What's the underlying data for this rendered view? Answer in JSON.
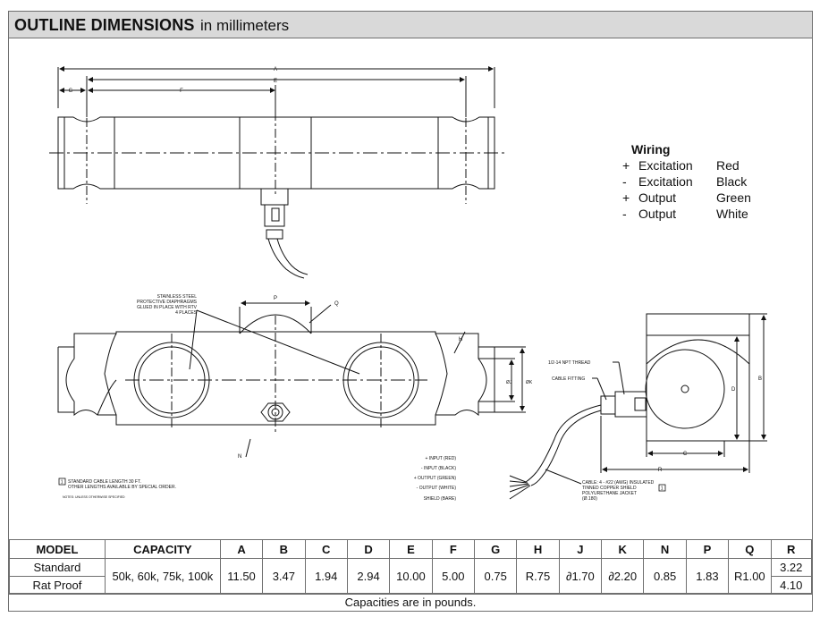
{
  "header": {
    "title_bold": "OUTLINE DIMENSIONS",
    "title_rest": "in millimeters"
  },
  "wiring": {
    "title": "Wiring",
    "rows": [
      {
        "sign": "+",
        "name": "Excitation",
        "color": "Red"
      },
      {
        "sign": "-",
        "name": "Excitation",
        "color": "Black"
      },
      {
        "sign": "+",
        "name": "Output",
        "color": "Green"
      },
      {
        "sign": "-",
        "name": "Output",
        "color": "White"
      }
    ]
  },
  "drawing": {
    "dim_a": "A",
    "dim_e": "E",
    "dim_g": "G",
    "dim_f": "F",
    "dim_p": "P",
    "dim_q": "Q",
    "dim_h": "H",
    "dim_j": "ØJ",
    "dim_k": "ØK",
    "dim_n": "N",
    "dim_d": "D",
    "dim_b": "B",
    "dim_c": "C",
    "dim_r": "R",
    "diaphragm_note": [
      "STAINLESS STEEL",
      "PROTECTIVE DIAPHRAGMS",
      "GLUED IN PLACE WITH RTV",
      "4 PLACES"
    ],
    "npt_thread": "1/2-14 NPT THREAD",
    "cable_fitting": "CABLE FITTING",
    "wire_labels": [
      "+ INPUT (RED)",
      "- INPUT (BLACK)",
      "+ OUTPUT (GREEN)",
      "- OUTPUT (WHITE)",
      "SHIELD (BARE)"
    ],
    "cable_note": [
      "CABLE: 4 - #22 (AWG) INSULATED",
      "TINNED COPPER SHIELD",
      "POLYURETHANE JACKET",
      "(Ø.180)"
    ],
    "cable_note_box": "1",
    "std_cable_box": "1",
    "std_cable_note": [
      "STANDARD CABLE LENGTH 30 FT.",
      "OTHER LENGTHS AVAILABLE BY SPECIAL ORDER."
    ],
    "notes_line": "NOTES: UNLESS OTHERWISE SPECIFIED"
  },
  "table": {
    "headers": [
      "MODEL",
      "CAPACITY",
      "A",
      "B",
      "C",
      "D",
      "E",
      "F",
      "G",
      "H",
      "J",
      "K",
      "N",
      "P",
      "Q",
      "R"
    ],
    "models": [
      "Standard",
      "Rat Proof"
    ],
    "capacity": "50k, 60k, 75k, 100k",
    "values": [
      "11.50",
      "3.47",
      "1.94",
      "2.94",
      "10.00",
      "5.00",
      "0.75",
      "R.75",
      "∂1.70",
      "∂2.20",
      "0.85",
      "1.83",
      "R1.00"
    ],
    "r_values": [
      "3.22",
      "4.10"
    ],
    "caption": "Capacities are in pounds."
  }
}
